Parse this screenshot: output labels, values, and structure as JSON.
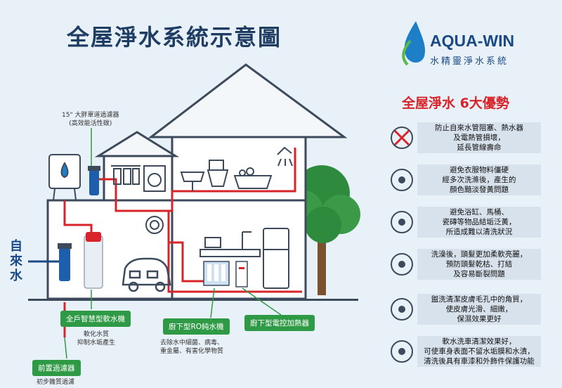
{
  "title": "全屋淨水系統示意圖",
  "logo": {
    "name": "AQUA-WIN",
    "subtitle": "水精靈淨水系統"
  },
  "advantages": {
    "heading": "全屋淨水 6大優勢",
    "items": [
      {
        "lines": [
          "防止自來水管阻塞、熱水器",
          "及電熱管損壞，",
          "延長管線壽命"
        ],
        "icon": "blocked-pipe-icon"
      },
      {
        "lines": [
          "避免衣服物料僵硬",
          "經多次洗滌後，產生的",
          "顏色黯淡發黃問題"
        ],
        "icon": "shirt-icon"
      },
      {
        "lines": [
          "避免浴缸、馬桶、",
          "瓷磚等物品結垢泛黃，",
          "所造成難以清洗狀況"
        ],
        "icon": "toilet-icon"
      },
      {
        "lines": [
          "洗澡後，頭髮更加柔軟亮麗，",
          "預防頭髮乾枯、打結",
          "及容易斷裂問題"
        ],
        "icon": "shower-hair-icon"
      },
      {
        "lines": [
          "盥洗清潔皮膚毛孔中的角質，",
          "使皮膚光滑、細嫩，",
          "保濕效果更好"
        ],
        "icon": "face-care-icon"
      },
      {
        "lines": [
          "軟水洗車清潔效果好，",
          "可使車身表面不留水垢膜和水漬，",
          "清洗後具有車漆和外飾件保護功能"
        ],
        "icon": "car-wash-icon"
      }
    ]
  },
  "diagram": {
    "inlet_label": [
      "自",
      "來",
      "水"
    ],
    "filter_callout": [
      "15\" 大胖單道過濾器",
      "(高效能活性碳)"
    ],
    "softener": {
      "label": "全戶智慧型軟水機",
      "note": [
        "軟化水質",
        "抑制水垢產生"
      ]
    },
    "pre_filter": {
      "label": "前置過濾器",
      "note": "初步雜質過濾"
    },
    "ro": {
      "label": "廚下型RO純水機",
      "note": [
        "去除水中細菌、病毒、",
        "重金屬、有害化學物質"
      ]
    },
    "heater": {
      "label": "廚下型電控加熱器"
    }
  },
  "colors": {
    "pipe": "#d8232a",
    "house_outline": "#3c4a5c",
    "pill": "#2f9a45",
    "title": "#1f3d63",
    "tree": "#2e8b3e"
  }
}
